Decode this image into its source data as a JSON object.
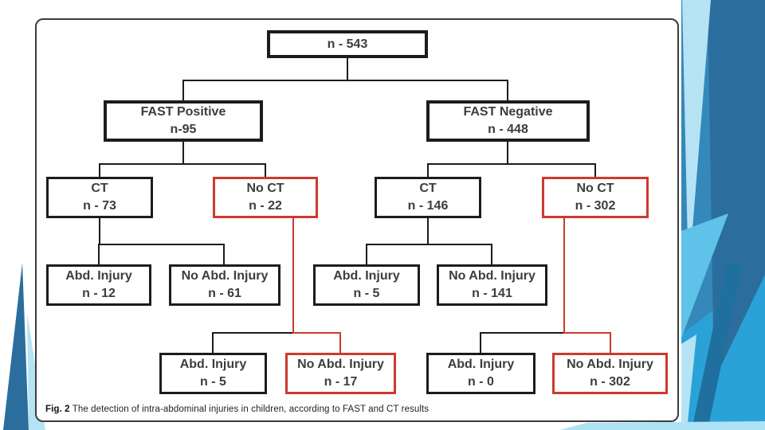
{
  "colors": {
    "highlight_red": "#cc3a30",
    "box_border": "#1c1c1c",
    "text_color": "#3d3d3d",
    "panel_border": "#3c3c3c",
    "bg_base": "#3588ba",
    "bg_dark": "#2b6e9d",
    "bg_light": "#b5e3f4",
    "bg_cyan": "#2aa2d8",
    "bg_cyan_light": "#5fc2e8",
    "bg_sliver_dark": "#1f6f9f",
    "bg_pale": "#aee2f5"
  },
  "figure": {
    "caption": {
      "label": "Fig. 2",
      "text": "The detection of intra-abdominal injuries in children, according to FAST and CT results"
    },
    "nodes": {
      "root": {
        "line1": "n - 543"
      },
      "fast_positive": {
        "line1": "FAST Positive",
        "line2": "n-95"
      },
      "fast_negative": {
        "line1": "FAST Negative",
        "line2": "n - 448"
      },
      "fp_ct": {
        "line1": "CT",
        "line2": "n - 73"
      },
      "fp_no_ct": {
        "line1": "No CT",
        "line2": "n - 22"
      },
      "fn_ct": {
        "line1": "CT",
        "line2": "n - 146"
      },
      "fn_no_ct": {
        "line1": "No CT",
        "line2": "n - 302"
      },
      "fp_ct_injury": {
        "line1": "Abd. Injury",
        "line2": "n - 12"
      },
      "fp_ct_no_injury": {
        "line1": "No Abd. Injury",
        "line2": "n - 61"
      },
      "fn_ct_injury": {
        "line1": "Abd. Injury",
        "line2": "n - 5"
      },
      "fn_ct_no_injury": {
        "line1": "No Abd. Injury",
        "line2": "n - 141"
      },
      "fp_no_ct_injury": {
        "line1": "Abd. Injury",
        "line2": "n - 5"
      },
      "fp_no_ct_no_injury": {
        "line1": "No Abd. Injury",
        "line2": "n - 17"
      },
      "fn_no_ct_injury": {
        "line1": "Abd. Injury",
        "line2": "n - 0"
      },
      "fn_no_ct_no_injury": {
        "line1": "No Abd. Injury",
        "line2": "n - 302"
      }
    }
  }
}
